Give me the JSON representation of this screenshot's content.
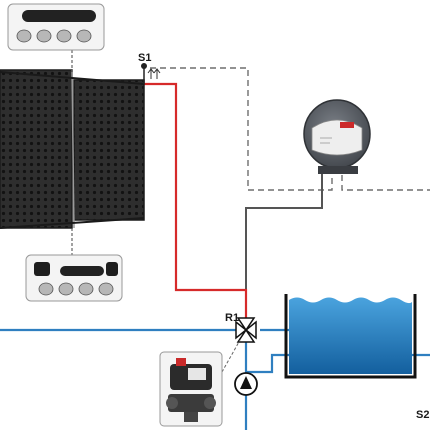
{
  "labels": {
    "sensor_top": "S1",
    "sensor_bottom": "S2",
    "valve": "R1"
  },
  "colors": {
    "hot_pipe": "#d62a2a",
    "cold_pipe": "#2f7fc0",
    "signal_wire": "#6e6e6e",
    "pool_water": "#1f78c0",
    "panel": "#2f2f2f",
    "controller": "#555a60"
  },
  "icons": {
    "controller": "controller-icon",
    "pump": "pump-icon",
    "valve": "three-way-valve-icon",
    "actuator": "motorized-valve-photo",
    "sensor": "temperature-sensor-icon"
  }
}
